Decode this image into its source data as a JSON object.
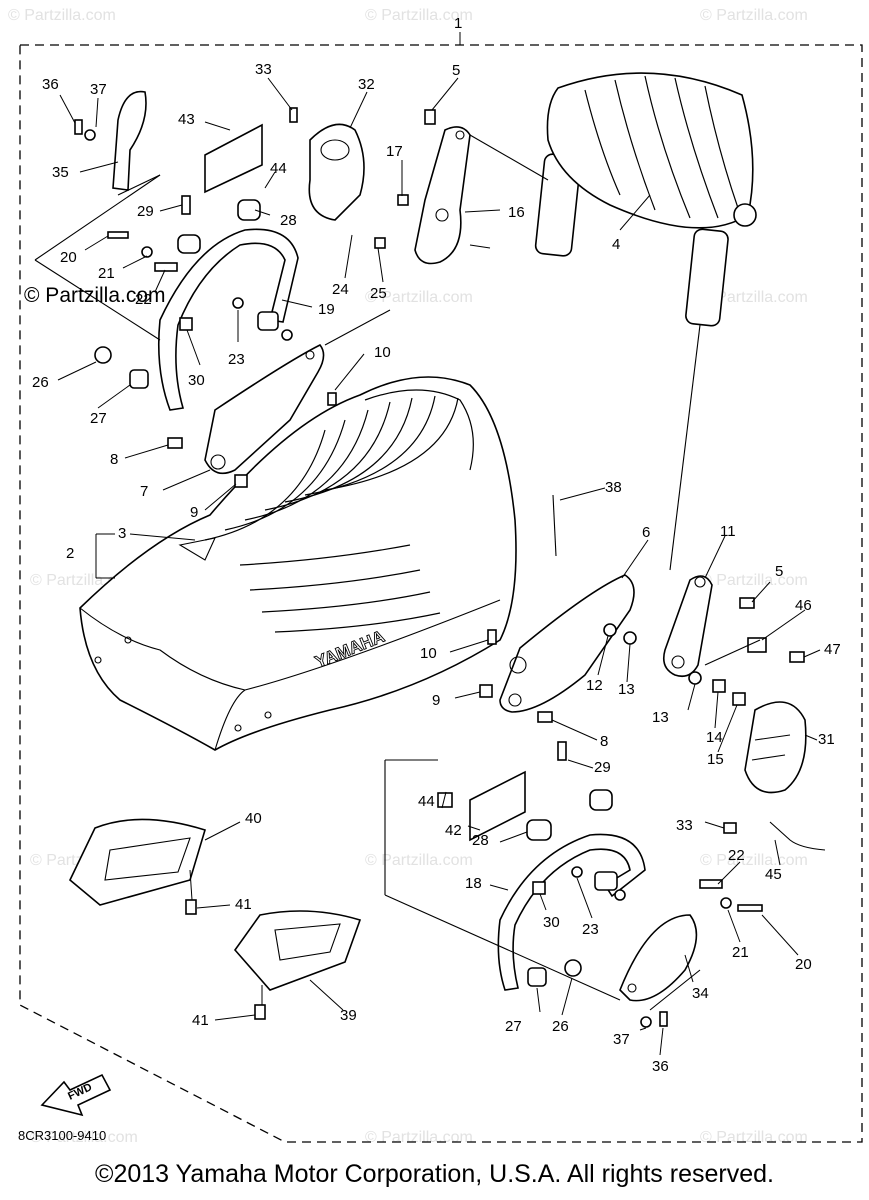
{
  "diagram": {
    "assembly_number": "1",
    "callouts": [
      "2",
      "3",
      "4",
      "5",
      "6",
      "7",
      "8",
      "9",
      "10",
      "11",
      "12",
      "13",
      "14",
      "15",
      "16",
      "17",
      "18",
      "19",
      "20",
      "21",
      "22",
      "23",
      "24",
      "25",
      "26",
      "27",
      "28",
      "29",
      "30",
      "31",
      "32",
      "33",
      "34",
      "35",
      "36",
      "37",
      "38",
      "39",
      "40",
      "41",
      "42",
      "43",
      "44",
      "45",
      "46",
      "47"
    ],
    "seat_brand_text": "YAMAHA",
    "forward_arrow_label": "FWD",
    "drawing_code": "8CR3100-9410",
    "watermark_text": "© Partzilla.com",
    "copyright": "©2013 Yamaha Motor Corporation, U.S.A. All rights reserved."
  }
}
